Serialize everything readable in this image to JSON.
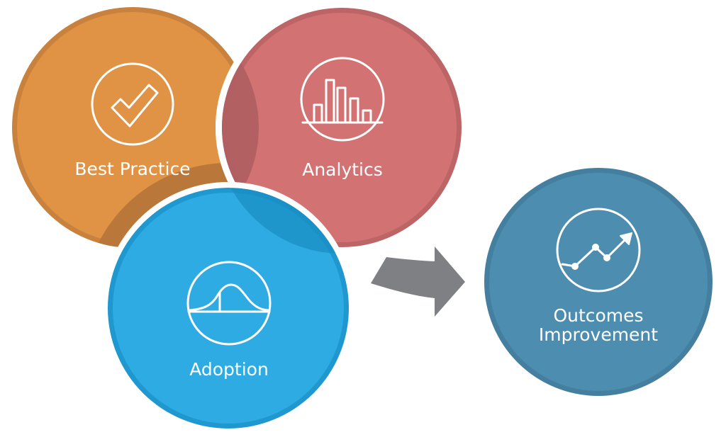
{
  "diagram": {
    "inputs": [
      {
        "id": "best-practice",
        "label": "Best Practice",
        "icon": "checkmark-icon",
        "fill": "#E09345",
        "edge": "#C8823D",
        "overlap": "#B9783A"
      },
      {
        "id": "analytics",
        "label": "Analytics",
        "icon": "bar-chart-icon",
        "fill": "#D37272",
        "edge": "#BC6466",
        "overlap": "#AF5E62"
      },
      {
        "id": "adoption",
        "label": "Adoption",
        "icon": "bell-curve-icon",
        "fill": "#2EABE2",
        "edge": "#1E98CE",
        "overlap": "#1A8FC3"
      }
    ],
    "arrow": {
      "icon": "right-arrow-icon",
      "fill": "#7E8083"
    },
    "output": {
      "id": "outcomes-improvement",
      "label_line1": "Outcomes",
      "label_line2": "Improvement",
      "icon": "trend-up-icon",
      "fill": "#4C8DB0",
      "edge": "#447FA0"
    }
  }
}
